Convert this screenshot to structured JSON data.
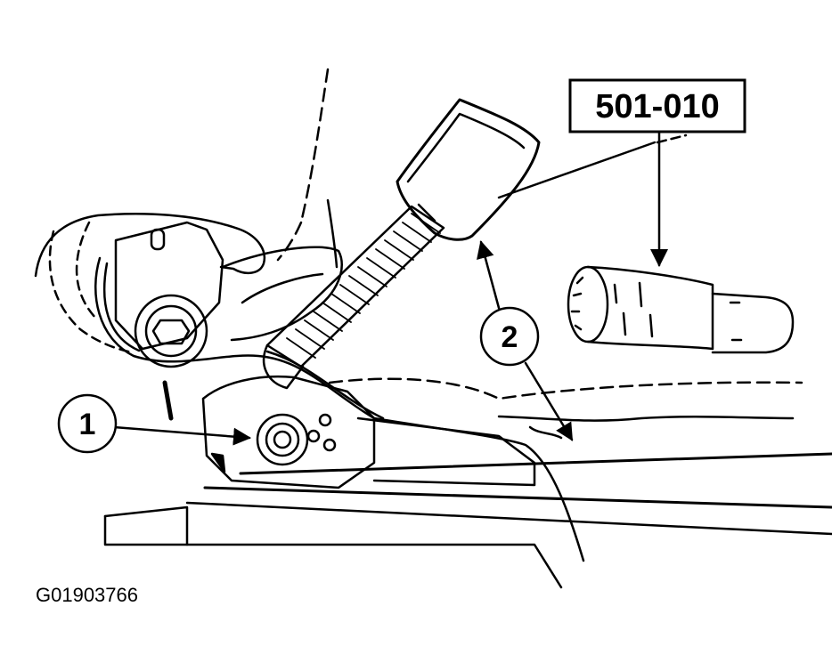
{
  "tool_label": "501-010",
  "callouts": [
    {
      "number": "1"
    },
    {
      "number": "2"
    }
  ],
  "figure_id": "G01903766",
  "colors": {
    "ink": "#000000",
    "paper": "#ffffff"
  }
}
